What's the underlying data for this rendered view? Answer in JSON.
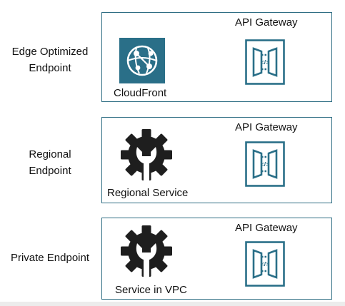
{
  "rows": [
    {
      "label_lines": [
        "Edge Optimized",
        "Endpoint"
      ],
      "gateway_title": "API Gateway",
      "service_label": "CloudFront",
      "service_icon": "cloudfront-globe-icon",
      "gateway_icon": "api-gateway-icon"
    },
    {
      "label_lines": [
        "Regional",
        "Endpoint"
      ],
      "gateway_title": "API Gateway",
      "service_label": "Regional Service",
      "service_icon": "gear-wrench-icon",
      "gateway_icon": "api-gateway-icon"
    },
    {
      "label_lines": [
        "Private Endpoint"
      ],
      "gateway_title": "API Gateway",
      "service_label": "Service in VPC",
      "service_icon": "gear-wrench-icon",
      "gateway_icon": "api-gateway-icon"
    }
  ],
  "colors": {
    "panel_border": "#2f6e84",
    "cloudfront_tile": "#2a6f88",
    "gateway_stroke": "#2a6f88",
    "gear": "#1e1e1e"
  }
}
